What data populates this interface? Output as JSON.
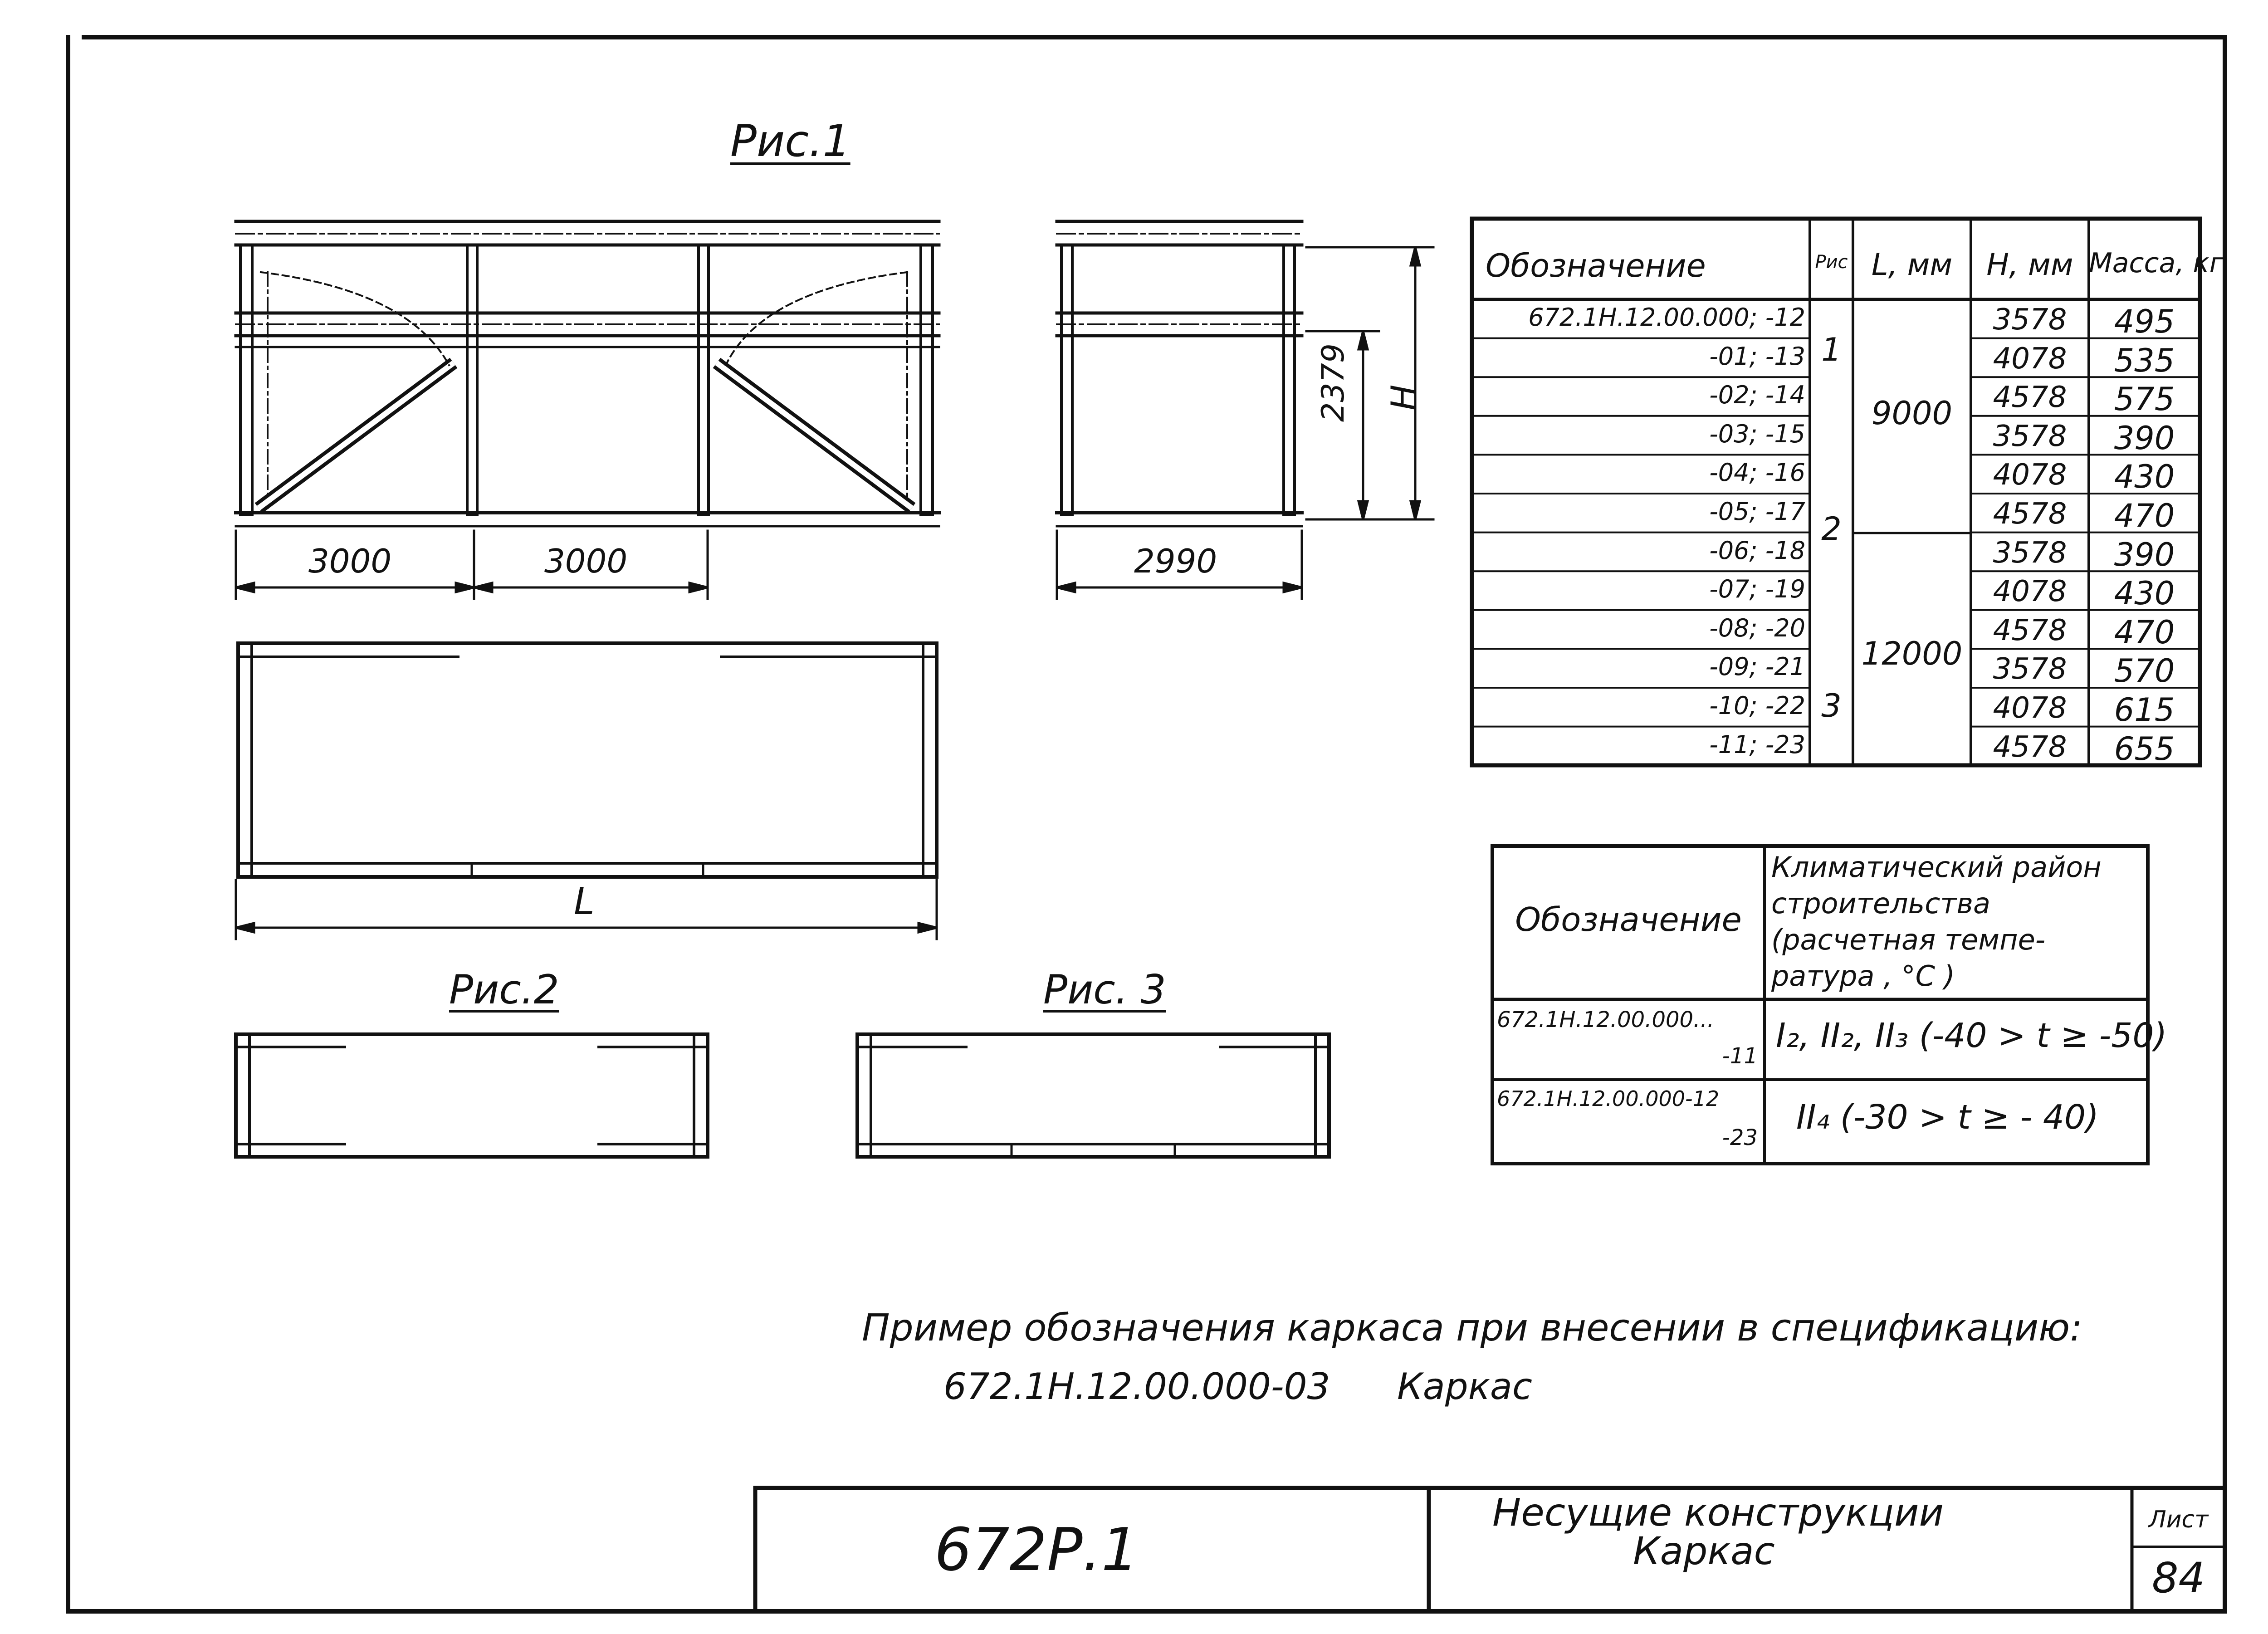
{
  "figures": {
    "fig1_label": "Рис.1",
    "fig2_label": "Рис.2",
    "fig3_label": "Рис. 3",
    "dim_bay_1": "3000",
    "dim_bay_2": "3000",
    "dim_width": "2990",
    "dim_door": "2379",
    "dim_height_label": "Н",
    "dim_length_label": "L"
  },
  "table1": {
    "headers": [
      "Обозначение",
      "Рис",
      "L, мм",
      "Н, мм",
      "Масса, кг"
    ],
    "rows": [
      {
        "designation": "672.1Н.12.00.000; -12",
        "height": "3578",
        "mass": "495"
      },
      {
        "designation": "-01; -13",
        "height": "4078",
        "mass": "535"
      },
      {
        "designation": "-02; -14",
        "height": "4578",
        "mass": "575"
      },
      {
        "designation": "-03; -15",
        "height": "3578",
        "mass": "390"
      },
      {
        "designation": "-04; -16",
        "height": "4078",
        "mass": "430"
      },
      {
        "designation": "-05; -17",
        "height": "4578",
        "mass": "470"
      },
      {
        "designation": "-06; -18",
        "height": "3578",
        "mass": "390"
      },
      {
        "designation": "-07; -19",
        "height": "4078",
        "mass": "430"
      },
      {
        "designation": "-08; -20",
        "height": "4578",
        "mass": "470"
      },
      {
        "designation": "-09; -21",
        "height": "3578",
        "mass": "570"
      },
      {
        "designation": "-10; -22",
        "height": "4078",
        "mass": "615"
      },
      {
        "designation": "-11; -23",
        "height": "4578",
        "mass": "655"
      }
    ],
    "fig_groups": [
      "1",
      "2",
      "3"
    ],
    "length_groups": [
      "9000",
      "12000"
    ]
  },
  "table2": {
    "header_designation": "Обозначение",
    "header_climate": [
      "Климатический район",
      "строительства",
      "(расчетная темпе-",
      "ратура , °С )"
    ],
    "rows": [
      {
        "designation_1": "672.1Н.12.00.000...",
        "designation_2": "-11",
        "climate": "I₂, II₂, II₃ (-40 > t ≥ -50)"
      },
      {
        "designation_1": "672.1Н.12.00.000-12",
        "designation_2": "-23",
        "climate": "II₄ (-30 > t ≥ - 40)"
      }
    ]
  },
  "example": {
    "line1": "Пример обозначения каркаса при внесении в спецификацию:",
    "line2_code": "672.1Н.12.00.000-03",
    "line2_name": "Каркас"
  },
  "title_block": {
    "doc_number": "672Р.1",
    "title_line1": "Несущие конструкции",
    "title_line2": "Каркас",
    "sheet_label": "Лист",
    "sheet_number": "84"
  }
}
